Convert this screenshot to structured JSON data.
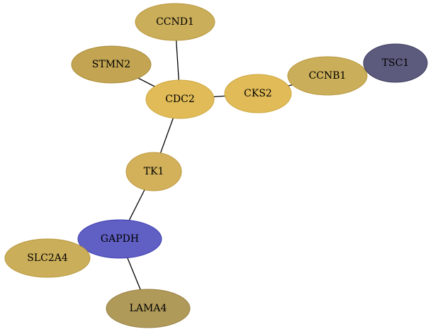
{
  "graph": {
    "nodes": [
      {
        "id": "CCND1",
        "label": "CCND1",
        "color": "#cbae5a",
        "border": "#b8983e"
      },
      {
        "id": "STMN2",
        "label": "STMN2",
        "color": "#c2a452",
        "border": "#ab8e3a"
      },
      {
        "id": "CDC2",
        "label": "CDC2",
        "color": "#e0bb57",
        "border": "#cda63f"
      },
      {
        "id": "CKS2",
        "label": "CKS2",
        "color": "#e0bb57",
        "border": "#cda63f"
      },
      {
        "id": "CCNB1",
        "label": "CCNB1",
        "color": "#cbae5a",
        "border": "#b8983e"
      },
      {
        "id": "TSC1",
        "label": "TSC1",
        "color": "#5c5b7d",
        "border": "#3f3e60"
      },
      {
        "id": "TK1",
        "label": "TK1",
        "color": "#d3b15b",
        "border": "#bf9b42"
      },
      {
        "id": "GAPDH",
        "label": "GAPDH",
        "color": "#5f5fc4",
        "border": "#3f3fb0"
      },
      {
        "id": "SLC2A4",
        "label": "SLC2A4",
        "color": "#cbae5a",
        "border": "#b8983e"
      },
      {
        "id": "LAMA4",
        "label": "LAMA4",
        "color": "#b09a5a",
        "border": "#967e40"
      }
    ],
    "edges": [
      {
        "source": "CCND1",
        "target": "CDC2"
      },
      {
        "source": "STMN2",
        "target": "CDC2"
      },
      {
        "source": "CDC2",
        "target": "CKS2"
      },
      {
        "source": "CKS2",
        "target": "CCNB1"
      },
      {
        "source": "CCNB1",
        "target": "TSC1"
      },
      {
        "source": "CDC2",
        "target": "TK1"
      },
      {
        "source": "TK1",
        "target": "GAPDH"
      },
      {
        "source": "GAPDH",
        "target": "SLC2A4"
      },
      {
        "source": "GAPDH",
        "target": "LAMA4"
      }
    ]
  }
}
